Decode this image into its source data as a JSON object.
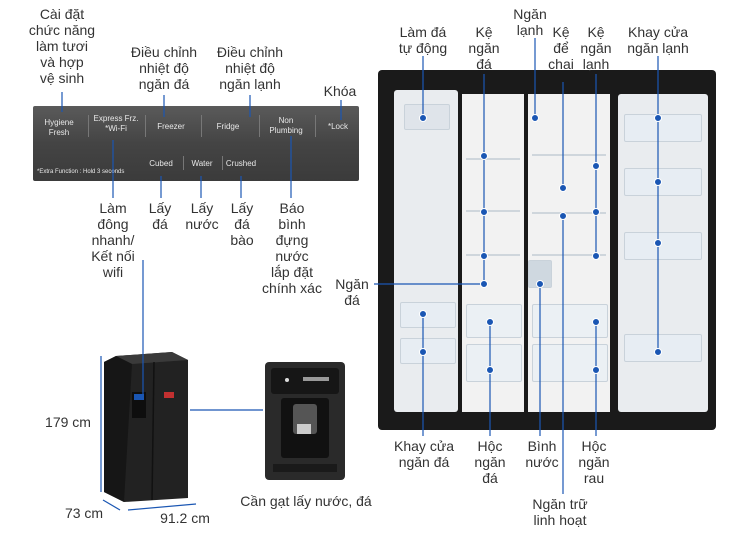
{
  "labels": {
    "fresh": "Cài đặt\nchức năng\nlàm tươi\nvà hợp\nvệ sinh",
    "freezer_temp": "Điều chỉnh\nnhiệt độ\nngăn đá",
    "fridge_temp": "Điều chỉnh\nnhiệt độ\nngăn lạnh",
    "lock": "Khóa",
    "quick_freeze": "Làm\nđông\nnhanh/\nKết nối\nwifi",
    "ice": "Lấy\nđá",
    "water": "Lấy\nnước",
    "crushed": "Lấy\nđá\nbào",
    "plumbing": "Báo\nbình\nđựng\nnước\nlắp đặt\nchính xác",
    "auto_ice": "Làm đá\ntự động",
    "freezer_shelf": "Kệ\nngăn\nđá",
    "fridge_comp": "Ngăn\nlạnh",
    "bottle_shelf": "Kệ\nđể\nchai",
    "fridge_shelf": "Kệ\nngăn\nlạnh",
    "fridge_door_tray": "Khay cửa\nngăn lạnh",
    "freezer_comp": "Ngăn\nđá",
    "freezer_door_tray": "Khay cửa\nngăn đá",
    "freezer_drawer": "Hộc\nngăn\nđá",
    "water_tank": "Bình\nnước",
    "veg_drawer": "Hộc\nngăn\nrau",
    "flex_storage": "Ngăn trữ\nlinh hoạt",
    "height": "179 cm",
    "depth": "73 cm",
    "width": "91.2 cm",
    "lever": "Cần gạt lấy nước, đá"
  },
  "panel": {
    "hygiene": "Hygiene\nFresh",
    "express": "Express Frz.\n*Wi-Fi",
    "freezer": "Freezer",
    "fridge": "Fridge",
    "non_plumbing": "Non\nPlumbing",
    "lock": "*Lock",
    "cubed": "Cubed",
    "water": "Water",
    "crushed": "Crushed",
    "extra": "*Extra Function : Hold 3 seconds"
  },
  "colors": {
    "accent": "#1a56b3",
    "fridge_body": "#1a1a1a",
    "panel": "#444444"
  }
}
